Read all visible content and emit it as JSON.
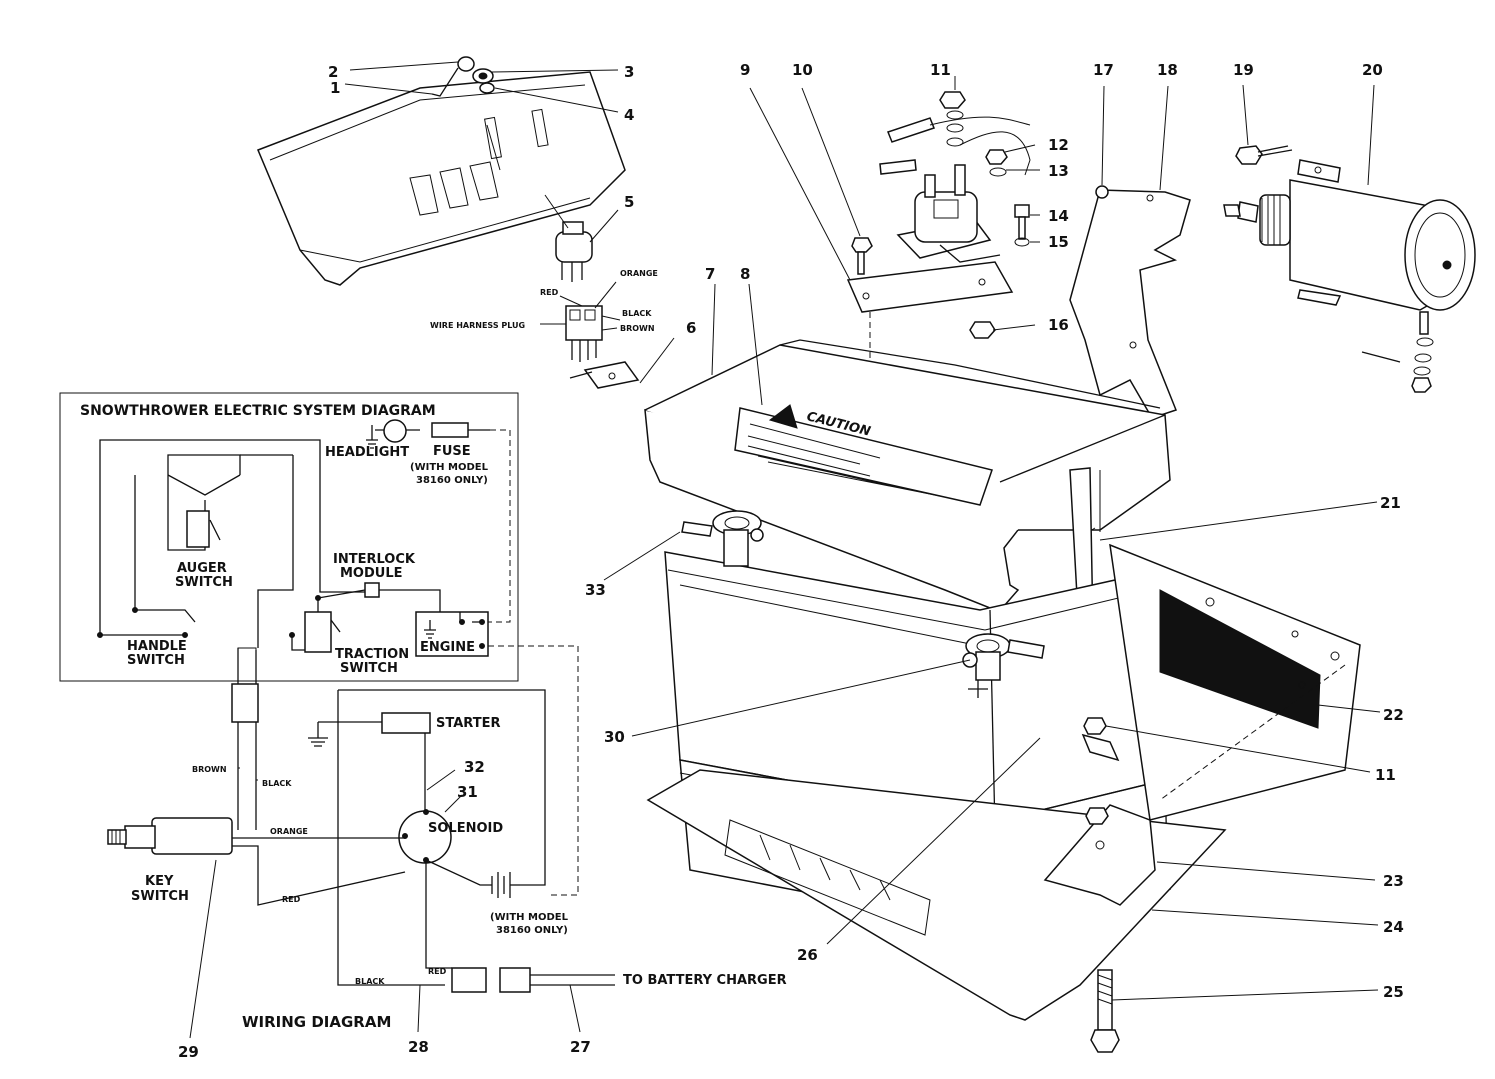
{
  "callouts": {
    "n1": "1",
    "n2": "2",
    "n3": "3",
    "n4": "4",
    "n5": "5",
    "n6": "6",
    "n7": "7",
    "n8": "8",
    "n9": "9",
    "n10": "10",
    "n11a": "11",
    "n11b": "11",
    "n12": "12",
    "n13": "13",
    "n14": "14",
    "n15": "15",
    "n16": "16",
    "n17": "17",
    "n18": "18",
    "n19": "19",
    "n20": "20",
    "n21": "21",
    "n22": "22",
    "n23": "23",
    "n24": "24",
    "n25": "25",
    "n26": "26",
    "n27": "27",
    "n28": "28",
    "n29": "29",
    "n30": "30",
    "n31": "31",
    "n32": "32",
    "n33": "33"
  },
  "plug": {
    "orange": "ORANGE",
    "red": "RED",
    "black": "BLACK",
    "brown": "BROWN",
    "harness": "WIRE HARNESS PLUG"
  },
  "battery_cover": {
    "caution": "CAUTION"
  },
  "system_diagram": {
    "title": "SNOWTHROWER ELECTRIC SYSTEM DIAGRAM",
    "headlight": "HEADLIGHT",
    "fuse": "FUSE",
    "with_model_1": "(WITH MODEL",
    "with_model_2": "38160 ONLY)",
    "interlock_1": "INTERLOCK",
    "interlock_2": "MODULE",
    "auger_1": "AUGER",
    "auger_2": "SWITCH",
    "handle_1": "HANDLE",
    "handle_2": "SWITCH",
    "traction_1": "TRACTION",
    "traction_2": "SWITCH",
    "engine": "ENGINE"
  },
  "wiring_diagram": {
    "title": "WIRING DIAGRAM",
    "starter": "STARTER",
    "solenoid": "SOLENOID",
    "key_1": "KEY",
    "key_2": "SWITCH",
    "brown": "BROWN",
    "black": "BLACK",
    "orange": "ORANGE",
    "red": "RED",
    "black2": "BLACK",
    "red2": "RED",
    "with_model_1": "(WITH MODEL",
    "with_model_2": "38160 ONLY)",
    "charger": "TO BATTERY CHARGER"
  }
}
